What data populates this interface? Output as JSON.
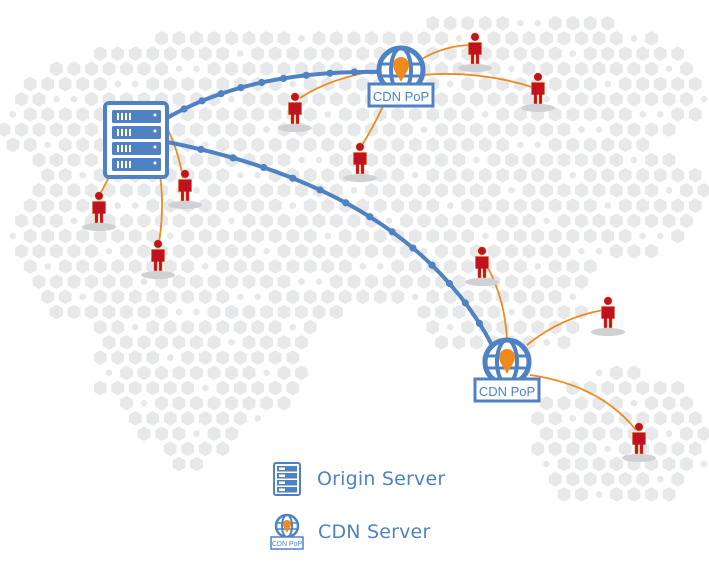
{
  "diagram": {
    "title": "CDN network diagram",
    "colors": {
      "blue": "#4f82c4",
      "orange": "#f08a1c",
      "red": "#c0121f",
      "hex_background": "#e7e8ea",
      "shadow": "#cfd1d4"
    },
    "nodes": {
      "origin": {
        "type": "origin-server",
        "label": ""
      },
      "pops": [
        {
          "id": "pop-north",
          "label": "CDN PoP"
        },
        {
          "id": "pop-south",
          "label": "CDN PoP"
        }
      ]
    },
    "users": [
      {
        "id": "user-1",
        "connected_to": "origin"
      },
      {
        "id": "user-2",
        "connected_to": "origin"
      },
      {
        "id": "user-3",
        "connected_to": "origin"
      },
      {
        "id": "user-4",
        "connected_to": "pop-north"
      },
      {
        "id": "user-5",
        "connected_to": "pop-north"
      },
      {
        "id": "user-6",
        "connected_to": "pop-north"
      },
      {
        "id": "user-7",
        "connected_to": "pop-north"
      },
      {
        "id": "user-8",
        "connected_to": "pop-south"
      },
      {
        "id": "user-9",
        "connected_to": "pop-south"
      },
      {
        "id": "user-10",
        "connected_to": "pop-south"
      }
    ],
    "links": [
      {
        "from": "origin",
        "to": "pop-north",
        "kind": "backbone"
      },
      {
        "from": "origin",
        "to": "pop-south",
        "kind": "backbone"
      }
    ]
  },
  "legend": {
    "items": [
      {
        "icon": "origin-server-icon",
        "label": "Origin Server"
      },
      {
        "icon": "cdn-pop-icon",
        "label": "CDN Server",
        "badge": "CDN PoP"
      }
    ]
  }
}
